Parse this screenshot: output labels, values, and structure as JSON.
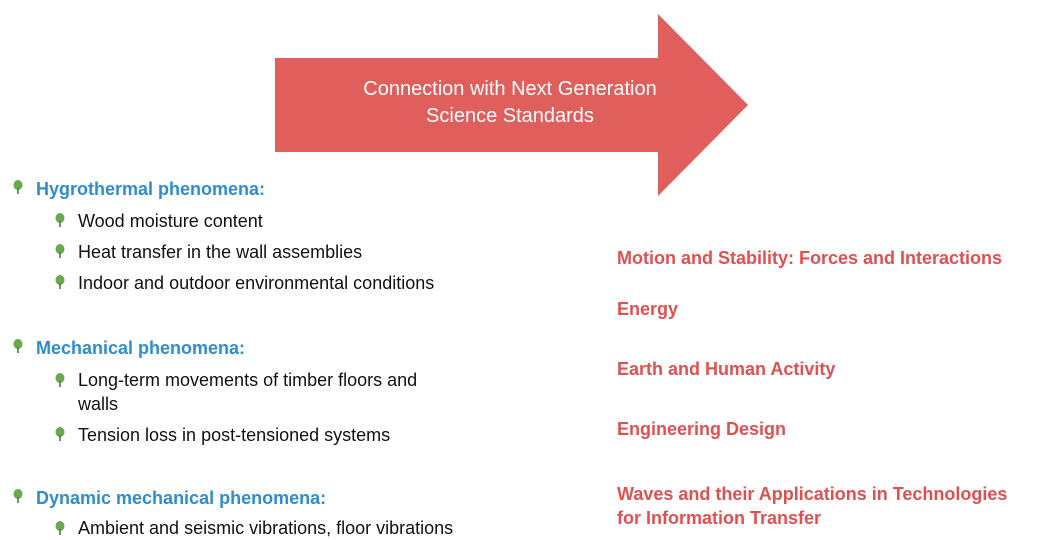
{
  "arrow": {
    "label_line1": "Connection with Next Generation",
    "label_line2": "Science Standards"
  },
  "groups": [
    {
      "heading": "Hygrothermal phenomena:",
      "items": [
        "Wood moisture content",
        "Heat transfer in the wall assemblies",
        "Indoor and outdoor environmental conditions"
      ]
    },
    {
      "heading": "Mechanical phenomena:",
      "items": [
        "Long-term movements of timber floors and walls",
        "Tension loss in post-tensioned systems"
      ]
    },
    {
      "heading": "Dynamic mechanical phenomena:",
      "items": [
        "Ambient and seismic vibrations, floor vibrations"
      ]
    }
  ],
  "standards": [
    "Motion and Stability: Forces and Interactions",
    "Energy",
    "Earth and Human Activity",
    "Engineering Design",
    "Waves and their Applications in Technologies for Information Transfer"
  ],
  "colors": {
    "arrow_fill": "#e05f5c",
    "heading": "#2e8ccf",
    "standard": "#e05050",
    "bullet": "#6aa84f"
  },
  "icons": {
    "bullet": "tree-icon"
  }
}
